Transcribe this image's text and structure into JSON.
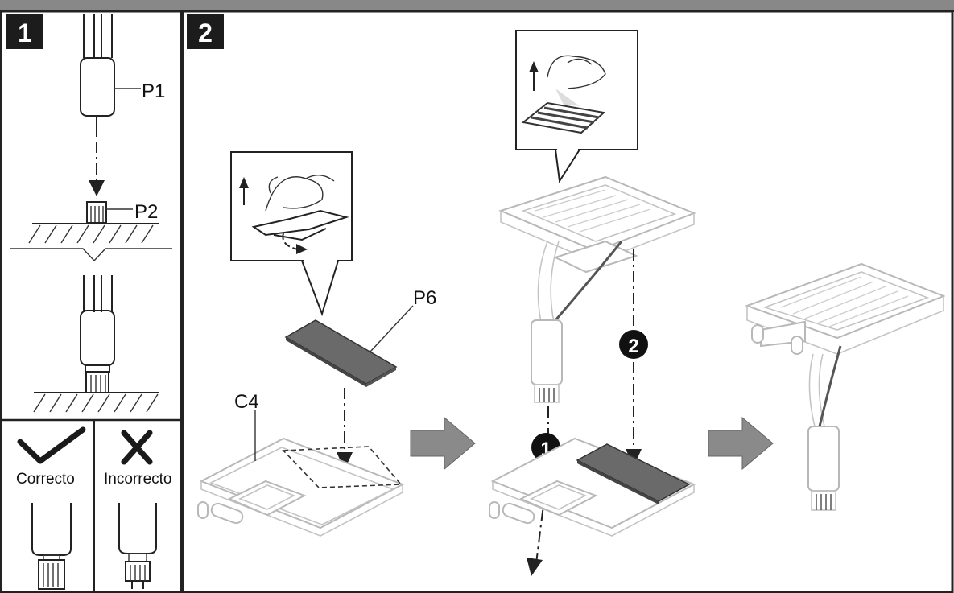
{
  "steps": {
    "step1": "1",
    "step2": "2"
  },
  "labels": {
    "p1": "P1",
    "p2": "P2",
    "p6": "P6",
    "c4": "C4",
    "correct": "Correcto",
    "incorrect": "Incorrecto"
  },
  "sequence": {
    "first": "1",
    "second": "2"
  },
  "icons": {
    "correct": "checkmark-icon",
    "incorrect": "cross-icon",
    "next": "block-arrow-right-icon"
  },
  "colors": {
    "frame": "#222222",
    "header_band": "#888888",
    "step_badge": "#1c1c1c",
    "sticker": "#6a6a6a",
    "block_arrow": "#8a8a8a",
    "part_outline": "#b8b8b8"
  }
}
